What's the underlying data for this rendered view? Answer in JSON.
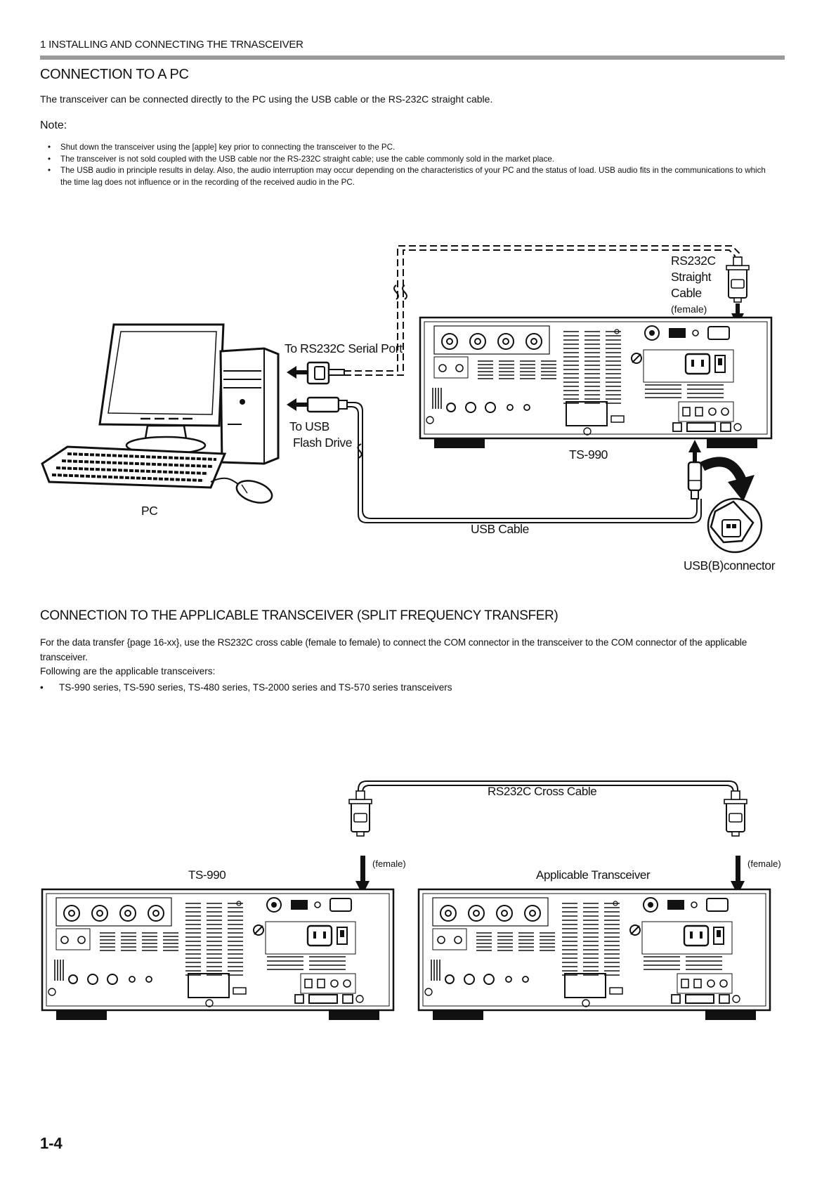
{
  "header": {
    "chapter": "1 INSTALLING AND CONNECTING THE TRNASCEIVER"
  },
  "section1": {
    "title": "CONNECTION TO A PC",
    "intro": "The transceiver can be connected directly to the PC using the USB cable or the RS-232C straight cable.",
    "note_title": "Note:",
    "notes": [
      "Shut down the transceiver using the [apple] key prior to connecting the transceiver to the PC.",
      "The transceiver is not sold coupled with the USB cable nor the RS-232C straight cable; use the cable commonly sold in the market place.",
      "The USB audio in principle results in delay. Also, the audio interruption may occur depending on the characteristics of your PC and the status of load. USB audio fits in the communications to which the time lag does not influence or in the recording of the received audio in the PC."
    ],
    "diagram": {
      "rs232c_line1": "RS232C",
      "rs232c_line2": "Straight",
      "rs232c_line3": "Cable",
      "female": "(female)",
      "to_serial": "To RS232C Serial Port",
      "to_usb_line1": "To USB",
      "to_usb_line2": "Flash Drive",
      "pc": "PC",
      "radio": "TS-990",
      "usb_cable": "USB Cable",
      "usb_connector": "USB(B)connector"
    }
  },
  "section2": {
    "title": "CONNECTION TO THE APPLICABLE TRANSCEIVER (SPLIT FREQUENCY TRANSFER)",
    "para1": "For the data transfer {page 16-xx}, use the RS232C cross cable (female to female) to connect the COM connector in the transceiver to the COM connector of the applicable transceiver.",
    "para2": "Following are the applicable transceivers:",
    "bullet": "TS-990 series, TS-590 series, TS-480 series, TS-2000 series and TS-570 series transceivers",
    "diagram": {
      "cable": "RS232C Cross Cable",
      "left_radio": "TS-990",
      "right_radio": "Applicable Transceiver",
      "female_left": "(female)",
      "female_right": "(female)"
    }
  },
  "footer": {
    "page_number": "1-4"
  }
}
